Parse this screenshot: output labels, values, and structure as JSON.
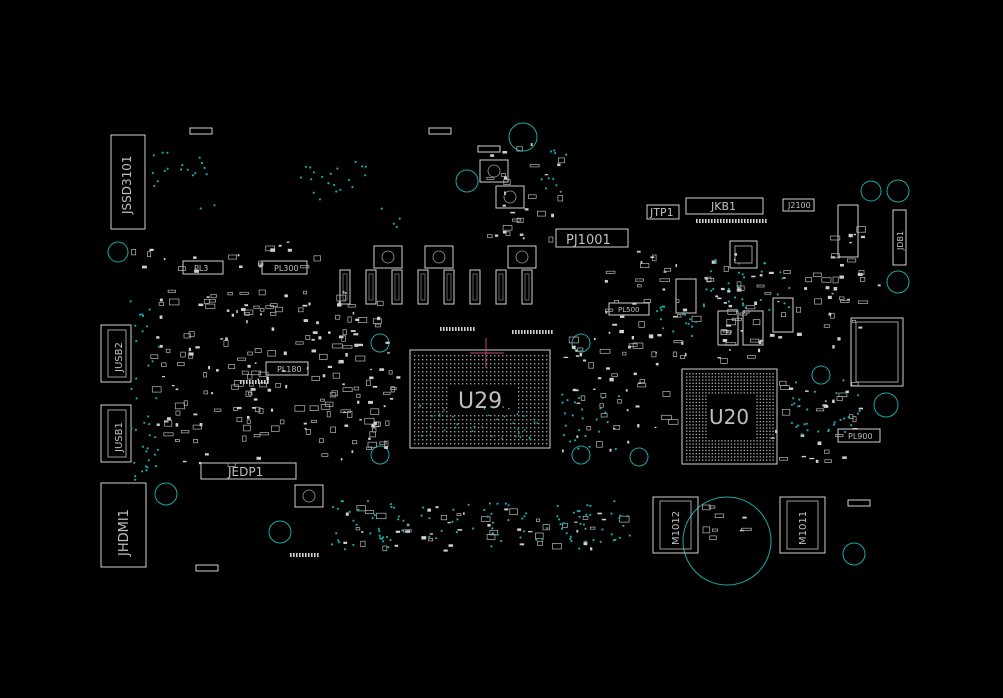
{
  "board": {
    "labels": {
      "jssd3101": "JSSD3101",
      "jhdmi1": "JHDMI1",
      "jedp1": "JEDP1",
      "jtp1": "JTP1",
      "jkb1": "JKB1",
      "j2100": "J2100",
      "pj1001": "PJ1001",
      "u29": "U29",
      "u20": "U20",
      "m1012": "M1012",
      "m1011": "M1011",
      "pl3": "PL3",
      "pl300": "PL300",
      "pl180": "PL180",
      "pl900": "PL900",
      "pl500": "PL500",
      "jdb1": "JDB1",
      "jusb1": "JUSB1",
      "jusb2": "JUSB2"
    },
    "colors": {
      "background": "#000000",
      "outline": "#cfcfcf",
      "hole": "#1aa7a7",
      "marker": "#c0507a"
    }
  }
}
